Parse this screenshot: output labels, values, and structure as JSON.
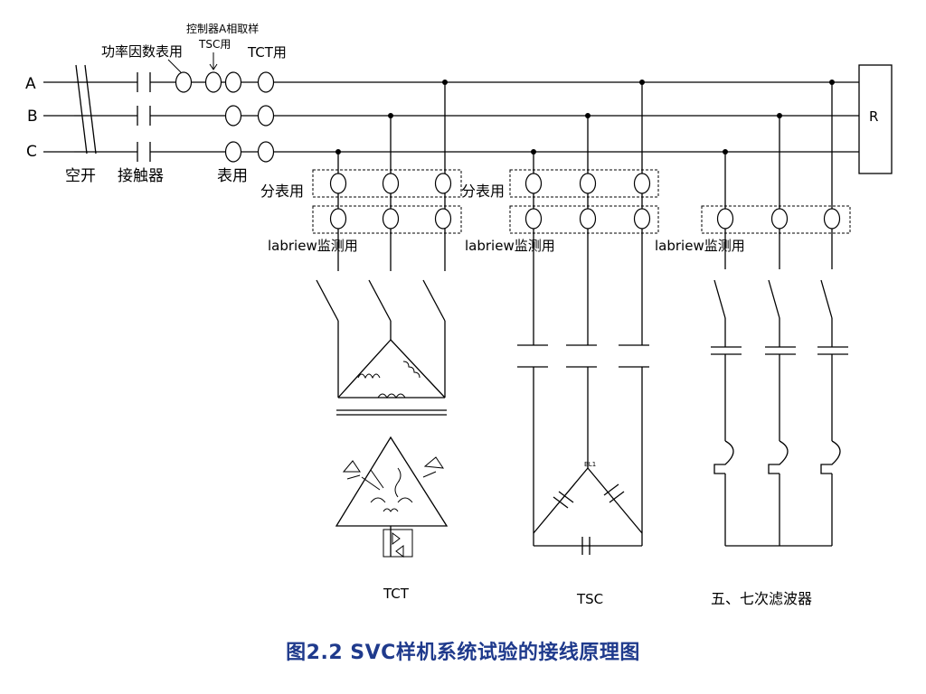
{
  "phases": {
    "a": "A",
    "b": "B",
    "c": "C"
  },
  "labels": {
    "breaker": "空开",
    "contactor": "接触器",
    "pf_meter": "功率因数表用",
    "tsc_ctrl_line1": "控制器A相取样",
    "tsc_ctrl_line2": "TSC用",
    "tct_ct": "TCT用",
    "meter_ct": "表用",
    "sub_meter_1": "分表用",
    "sub_meter_2": "分表用",
    "labview_1": "labriew监测用",
    "labview_2": "labriew监测用",
    "labview_3": "labriew监测用",
    "tsc_small": "BL1",
    "load": "R"
  },
  "branches": {
    "tct": "TCT",
    "tsc": "TSC",
    "filter": "五、七次滤波器"
  },
  "caption": "图2.2 SVC样机系统试验的接线原理图",
  "colors": {
    "caption": "#1f3a8c",
    "lines": "#000000"
  }
}
